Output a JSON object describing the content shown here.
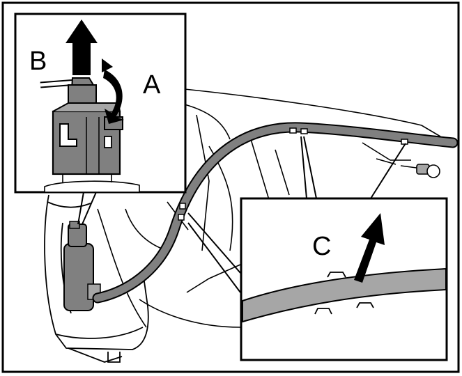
{
  "labels": {
    "a": "A",
    "b": "B",
    "c": "C"
  },
  "colors": {
    "line": "#000000",
    "part_fill": "#808080",
    "harness_fill": "#a6a6a6",
    "background": "#ffffff"
  },
  "icons": {
    "pull_up": "arrow-up-icon",
    "rotate": "curved-arrow-icon",
    "lift_clip": "diagonal-arrow-icon"
  }
}
